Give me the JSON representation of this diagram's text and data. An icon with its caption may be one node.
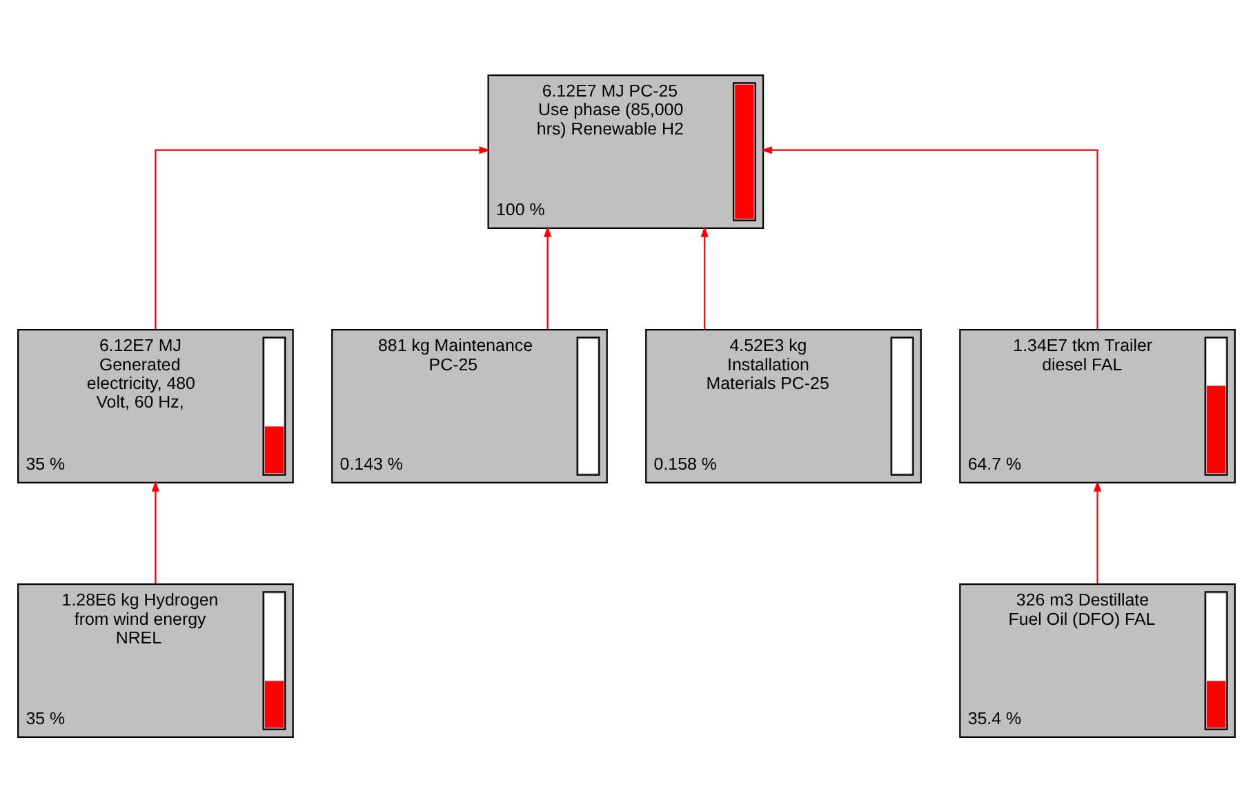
{
  "diagram": {
    "nodes": [
      {
        "text": [
          "6.12E7 MJ PC-25 Use phase (85,000 hrs) Renewable H2",
          "100 %"
        ]
      },
      {
        "text": [
          "6.12E7 MJ Generated electricity, 480 Volt, 60 Hz,",
          "35 %"
        ]
      },
      {
        "text": [
          "881 kg Maintenance PC-25",
          "0.143 %"
        ]
      },
      {
        "text": [
          "4.52E3 kg Installation Materials PC-25",
          "0.158 %"
        ]
      },
      {
        "text": [
          "1.34E7 tkm Trailer diesel FAL",
          "64.7 %"
        ]
      },
      {
        "text": [
          "1.28E6 kg Hydrogen from wind energy NREL",
          "35 %"
        ]
      },
      {
        "text": [
          "326 m3 Destillate Fuel Oil (DFO) FAL",
          "35.4 %"
        ]
      }
    ],
    "edges": [
      {
        "from": 1,
        "to": 0,
        "arrow": "to"
      },
      {
        "from": 2,
        "to": 0,
        "arrow": "to"
      },
      {
        "from": 3,
        "to": 0,
        "arrow": "to"
      },
      {
        "from": 4,
        "to": 0,
        "arrow": "to"
      },
      {
        "from": 5,
        "to": 1,
        "arrow": "to"
      },
      {
        "from": 6,
        "to": 4,
        "arrow": "to"
      }
    ]
  }
}
